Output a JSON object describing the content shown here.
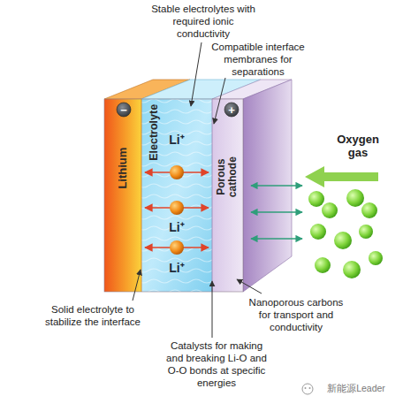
{
  "diagram": {
    "nodes": [
      {
        "text": [
          "Lithium"
        ]
      },
      {
        "text": [
          "Electrolyte"
        ]
      },
      {
        "text": [
          "Porous cathode"
        ]
      }
    ],
    "labels": [
      "Stable electrolytes with required ionic conductivity",
      "Compatible interface membranes for separations",
      "−",
      "+",
      "Li⁺",
      "Li⁺",
      "Li⁺",
      "Oxygen gas",
      "Solid electrolyte to stabilize the interface",
      "Nanoporous carbons for transport and conductivity",
      "Catalysts for making and breaking Li-O and O-O bonds at specific energies",
      "新能源Leader"
    ]
  }
}
